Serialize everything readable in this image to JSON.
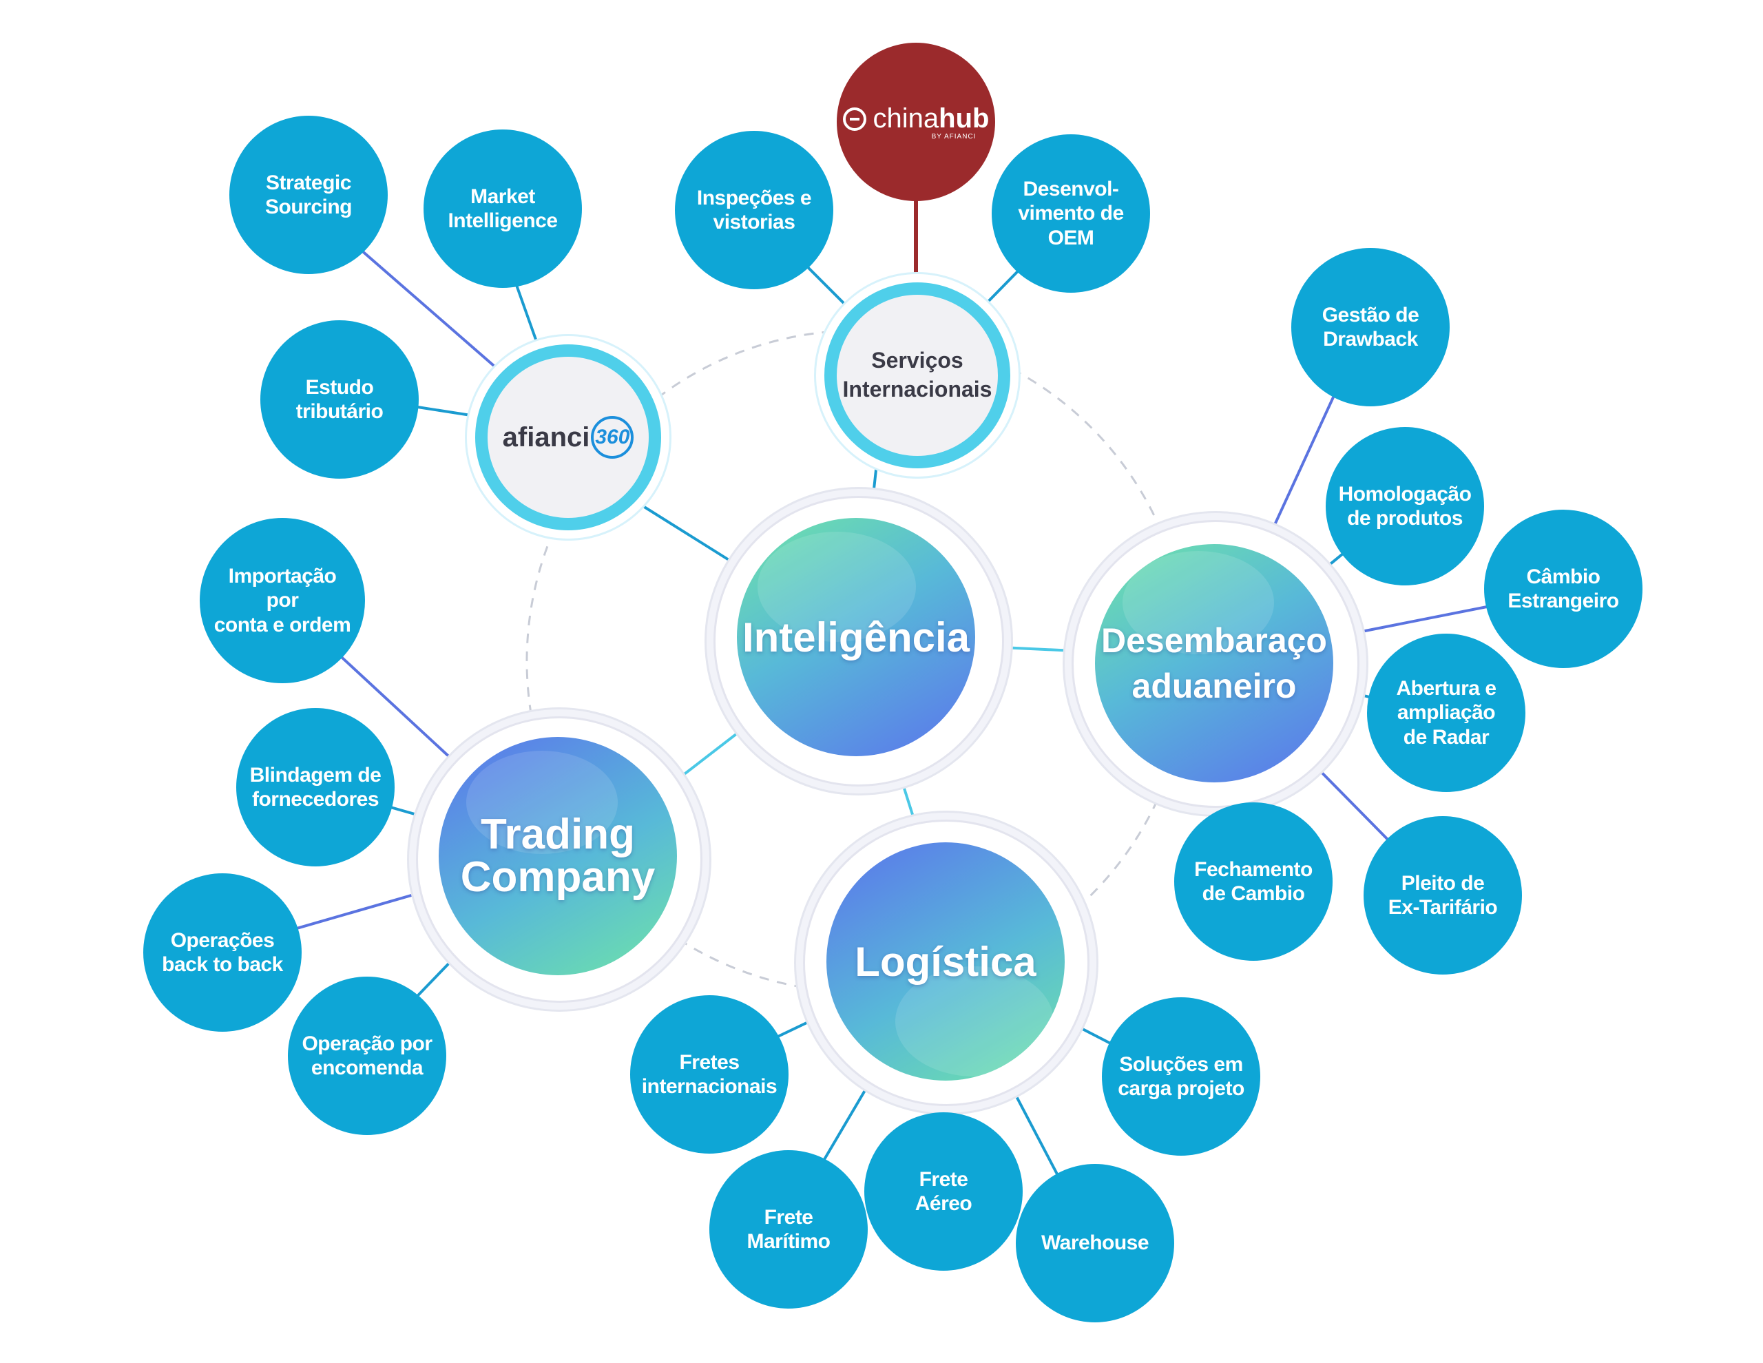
{
  "hubs": {
    "inteligencia": "Inteligência",
    "desembaraco": [
      "Desembaraço",
      "aduaneiro"
    ],
    "logistica": "Logística",
    "trading": [
      "Trading",
      "Company"
    ]
  },
  "sub_hubs": {
    "afianci": {
      "word": "afianci",
      "badge": "360"
    },
    "servicos": [
      "Serviços",
      "Internacionais"
    ],
    "chinahub": {
      "prefix": "china",
      "suffix": "hub",
      "tagline": "BY AFIANCI"
    }
  },
  "leaves": {
    "strategic_sourcing": [
      "Strategic",
      "Sourcing"
    ],
    "market_intelligence": [
      "Market",
      "Intelligence"
    ],
    "estudo_tributario": [
      "Estudo",
      "tributário"
    ],
    "inspecoes": [
      "Inspeções e",
      "vistorias"
    ],
    "desenvolvimento_oem": [
      "Desenvol-",
      "vimento de",
      "OEM"
    ],
    "gestao_drawback": [
      "Gestão de",
      "Drawback"
    ],
    "homologacao": [
      "Homologação",
      "de produtos"
    ],
    "cambio_estrangeiro": [
      "Câmbio",
      "Estrangeiro"
    ],
    "abertura_radar": [
      "Abertura e",
      "ampliação",
      "de Radar"
    ],
    "pleito_ex_tarifario": [
      "Pleito de",
      "Ex-Tarifário"
    ],
    "fechamento_cambio": [
      "Fechamento",
      "de Cambio"
    ],
    "importacao_conta_ordem": [
      "Importação por",
      "conta e ordem"
    ],
    "blindagem_fornecedores": [
      "Blindagem de",
      "fornecedores"
    ],
    "operacoes_back_to_back": [
      "Operações",
      "back to back"
    ],
    "operacao_encomenda": [
      "Operação por",
      "encomenda"
    ],
    "fretes_internacionais": [
      "Fretes",
      "internacionais"
    ],
    "frete_maritimo": [
      "Frete",
      "Marítimo"
    ],
    "frete_aereo": [
      "Frete",
      "Aéreo"
    ],
    "warehouse": [
      "Warehouse"
    ],
    "solucoes_carga_projeto": [
      "Soluções em",
      "carga projeto"
    ]
  },
  "colors": {
    "leaf": "#0ea6d6",
    "sub_ring": "#4fcfea",
    "chinahub": "#9b2a2c",
    "line_blue": "#1a9bd0",
    "line_violet": "#5a73e0",
    "dashed_orbit": "#c8ccd6"
  }
}
